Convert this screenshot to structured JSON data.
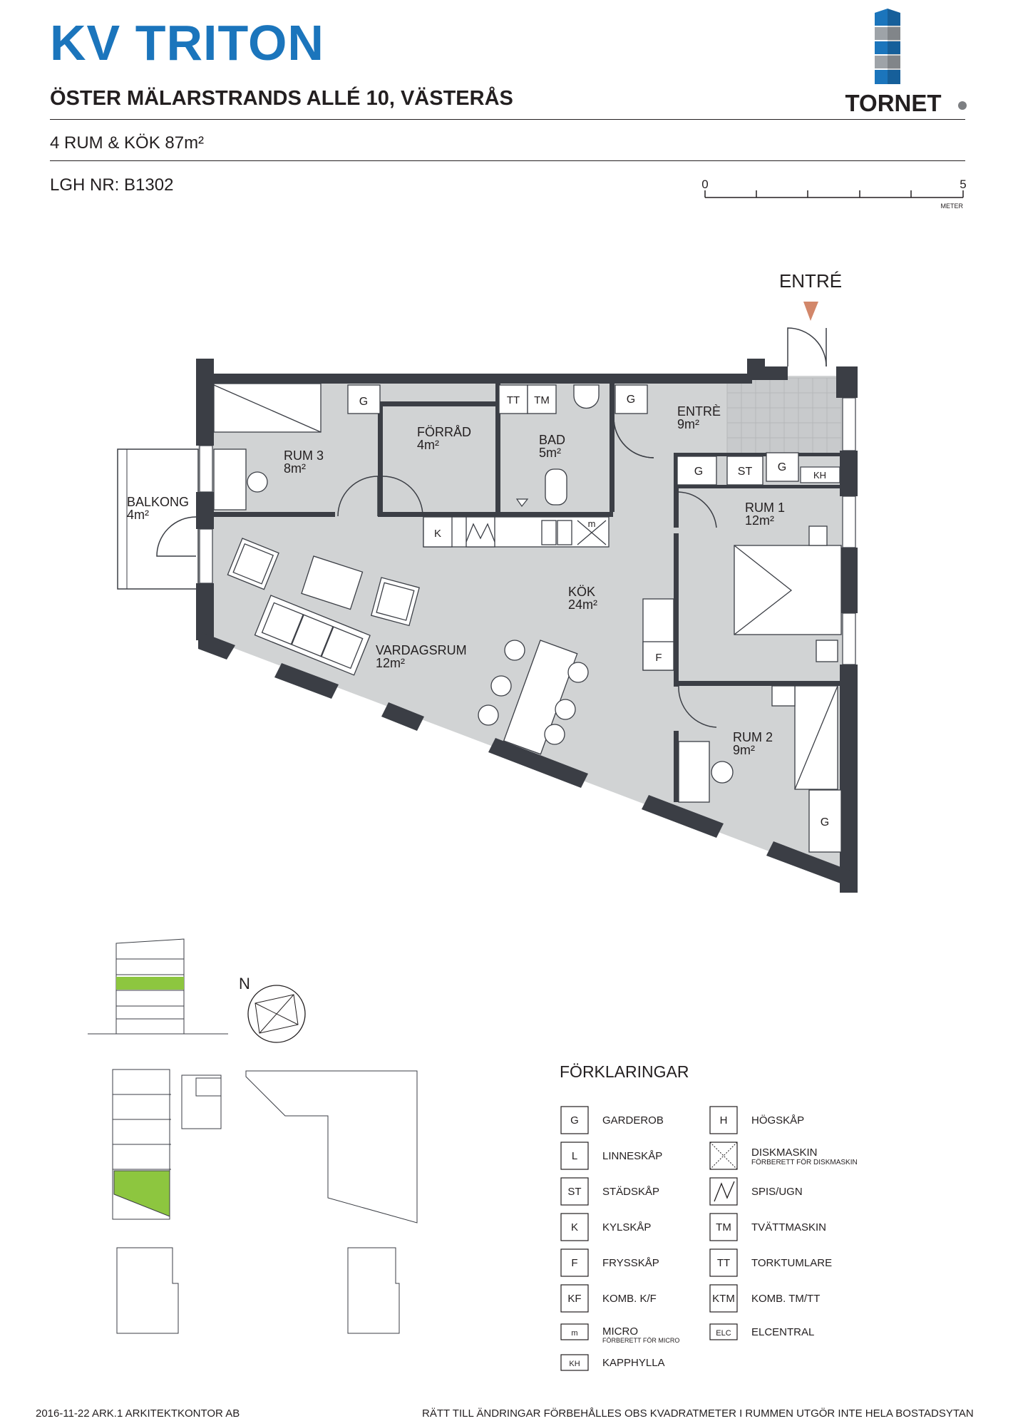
{
  "header": {
    "title": "KV TRITON",
    "address": "ÖSTER MÄLARSTRANDS ALLÉ 10, VÄSTERÅS",
    "rooms": "4 RUM & KÖK 87m²",
    "apartment": "LGH NR: B1302"
  },
  "logo": {
    "text": "TORNET"
  },
  "scale": {
    "start": "0",
    "end": "5",
    "unit": "METER"
  },
  "entrance_label": "ENTRÉ",
  "rooms": [
    {
      "name": "RUM 3",
      "area": "8m²"
    },
    {
      "name": "FÖRRÅD",
      "area": "4m²"
    },
    {
      "name": "BAD",
      "area": "5m²"
    },
    {
      "name": "ENTRÈ",
      "area": "9m²"
    },
    {
      "name": "BALKONG",
      "area": "4m²"
    },
    {
      "name": "RUM 1",
      "area": "12m²"
    },
    {
      "name": "KÖK",
      "area": "24m²"
    },
    {
      "name": "VARDAGSRUM",
      "area": "12m²"
    },
    {
      "name": "RUM 2",
      "area": "9m²"
    }
  ],
  "fixtures": {
    "g": "G",
    "tt": "TT",
    "tm": "TM",
    "st": "ST",
    "kh": "KH",
    "k": "K",
    "f": "F",
    "m": "m"
  },
  "compass": "N",
  "legend": {
    "title": "FÖRKLARINGAR",
    "left": [
      {
        "code": "G",
        "label": "GARDEROB"
      },
      {
        "code": "L",
        "label": "LINNESKÅP"
      },
      {
        "code": "ST",
        "label": "STÄDSKÅP"
      },
      {
        "code": "K",
        "label": "KYLSKÅP"
      },
      {
        "code": "F",
        "label": "FRYSSKÅP"
      },
      {
        "code": "KF",
        "label": "KOMB. K/F"
      },
      {
        "code": "m",
        "label": "MICRO",
        "sub": "FÖRBERETT FÖR MICRO"
      },
      {
        "code": "KH",
        "label": "KAPPHYLLA"
      }
    ],
    "right": [
      {
        "code": "H",
        "label": "HÖGSKÅP"
      },
      {
        "code": "",
        "label": "DISKMASKIN",
        "sub": "FÖRBERETT FÖR DISKMASKIN"
      },
      {
        "code": "",
        "label": "SPIS/UGN"
      },
      {
        "code": "TM",
        "label": "TVÄTTMASKIN"
      },
      {
        "code": "TT",
        "label": "TORKTUMLARE"
      },
      {
        "code": "KTM",
        "label": "KOMB. TM/TT"
      },
      {
        "code": "ELC",
        "label": "ELCENTRAL"
      }
    ]
  },
  "footer": {
    "left": "2016-11-22   ARK.1 ARKITEKTKONTOR AB",
    "right": "RÄTT TILL ÄNDRINGAR FÖRBEHÅLLES  OBS KVADRATMETER I RUMMEN UTGÖR INTE HELA BOSTADSYTAN"
  },
  "colors": {
    "title": "#1b75bc",
    "wall": "#3b3e45",
    "floor": "#d1d3d4",
    "entry_arrow": "#d2876a",
    "highlight": "#8dc63f"
  }
}
